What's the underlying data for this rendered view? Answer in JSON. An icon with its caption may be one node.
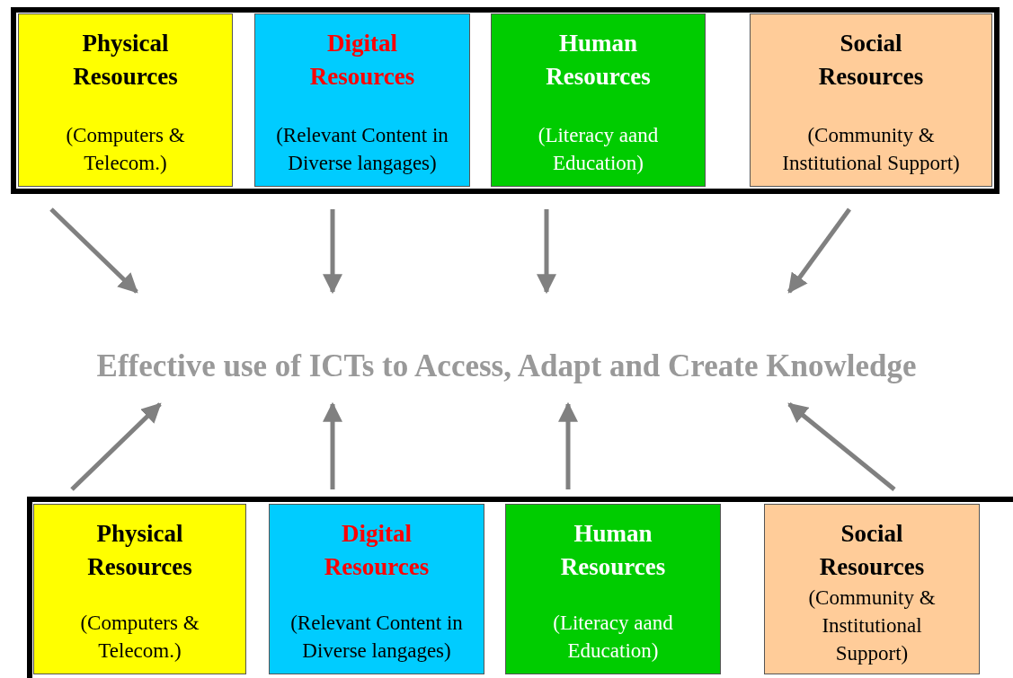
{
  "diagram": {
    "nodes": [
      {
        "text": [],
        "shape": "box"
      },
      {
        "text": [
          "Physical Resources",
          "(Computers & Telecom.)"
        ],
        "in": 0
      },
      {
        "text": [
          "Digital Resources",
          "(Relevant Content in Diverse langages)"
        ],
        "in": 0
      },
      {
        "text": [
          "Human Resources",
          "(Literacy aand Education)"
        ],
        "in": 0
      },
      {
        "text": [
          "Social Resources",
          "(Community & Institutional Support)"
        ],
        "in": 0
      },
      {
        "text": [
          "Effective use of ICTs to Access, Adapt and Create Knowledge"
        ]
      },
      {
        "text": [],
        "shape": "box"
      },
      {
        "text": [
          "Physical Resources",
          "(Computers & Telecom.)"
        ],
        "in": 6
      },
      {
        "text": [
          "Digital Resources",
          "(Relevant Content in Diverse langages)"
        ],
        "in": 6
      },
      {
        "text": [
          "Human Resources",
          "(Literacy aand Education)"
        ],
        "in": 6
      },
      {
        "text": [
          "Social Resources",
          "(Community & Institutional Support)"
        ],
        "in": 6
      }
    ],
    "edges": [
      {
        "from": 1,
        "to": 5,
        "arrow": "to"
      },
      {
        "from": 2,
        "to": 5,
        "arrow": "to"
      },
      {
        "from": 3,
        "to": 5,
        "arrow": "to"
      },
      {
        "from": 4,
        "to": 5,
        "arrow": "to"
      },
      {
        "from": 7,
        "to": 5,
        "arrow": "to"
      },
      {
        "from": 8,
        "to": 5,
        "arrow": "to"
      },
      {
        "from": 9,
        "to": 5,
        "arrow": "to"
      },
      {
        "from": 10,
        "to": 5,
        "arrow": "to"
      }
    ]
  }
}
